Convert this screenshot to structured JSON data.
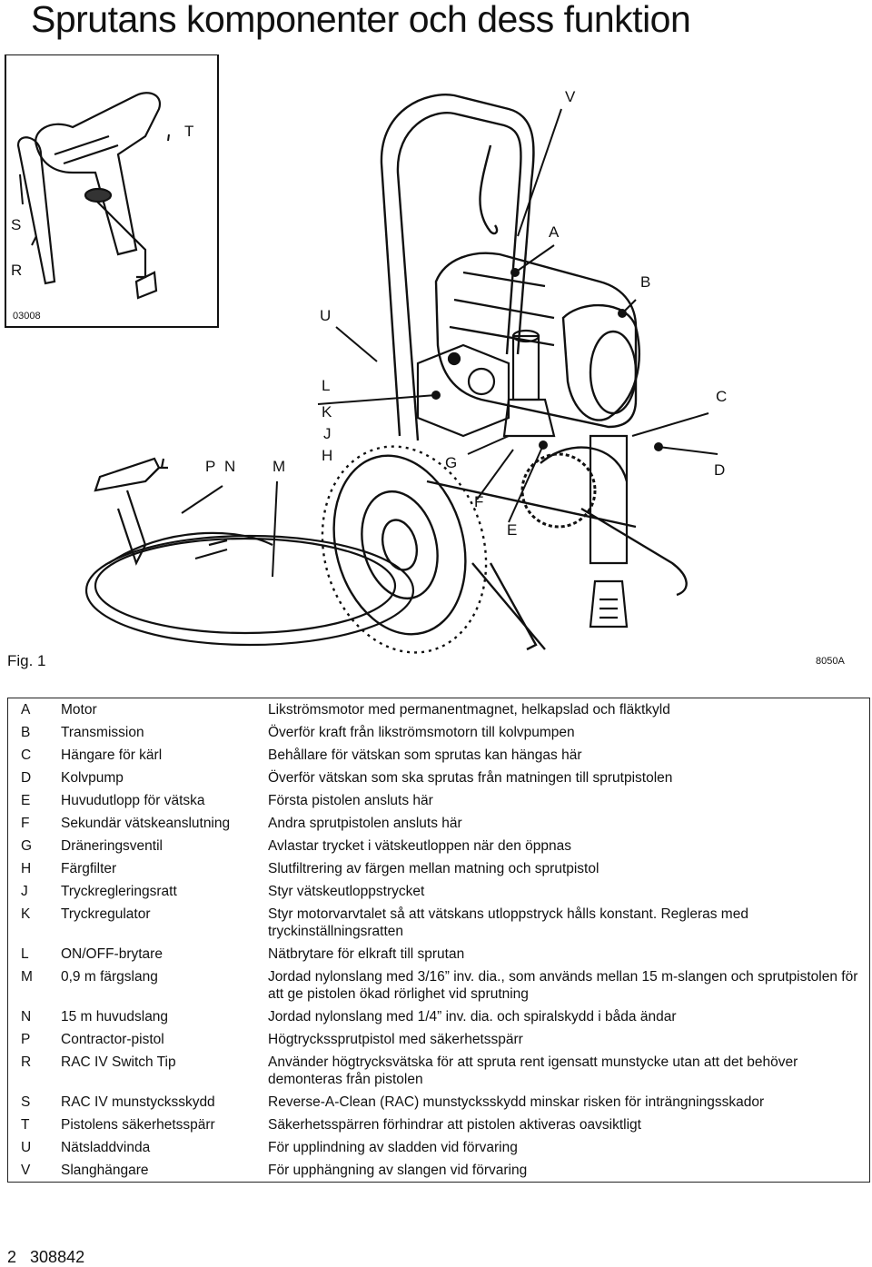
{
  "title": "Sprutans komponenter och dess funktion",
  "figure": {
    "caption": "Fig. 1",
    "inset_code": "03008",
    "main_code": "8050A",
    "labels": {
      "T": "T",
      "S": "S",
      "R": "R",
      "V": "V",
      "A": "A",
      "B": "B",
      "U": "U",
      "L": "L",
      "K": "K",
      "J": "J",
      "H": "H",
      "C": "C",
      "D": "D",
      "P": "P",
      "N": "N",
      "M": "M",
      "G": "G",
      "F": "F",
      "E": "E"
    }
  },
  "parts": [
    {
      "key": "A",
      "name": "Motor",
      "desc": "Likströmsmotor med permanentmagnet, helkapslad och fläktkyld"
    },
    {
      "key": "B",
      "name": "Transmission",
      "desc": "Överför kraft från likströmsmotorn till kolvpumpen"
    },
    {
      "key": "C",
      "name": "Hängare för kärl",
      "desc": "Behållare för vätskan som sprutas kan hängas här"
    },
    {
      "key": "D",
      "name": "Kolvpump",
      "desc": "Överför vätskan som ska sprutas från matningen till sprutpistolen"
    },
    {
      "key": "E",
      "name": "Huvudutlopp för vätska",
      "desc": "Första pistolen ansluts här"
    },
    {
      "key": "F",
      "name": "Sekundär vätskeanslutning",
      "desc": "Andra sprutpistolen ansluts här"
    },
    {
      "key": "G",
      "name": "Dräneringsventil",
      "desc": "Avlastar trycket i vätskeutloppen när den öppnas"
    },
    {
      "key": "H",
      "name": "Färgfilter",
      "desc": "Slutfiltrering av färgen mellan matning och sprutpistol"
    },
    {
      "key": "J",
      "name": "Tryckregleringsratt",
      "desc": "Styr vätskeutloppstrycket"
    },
    {
      "key": "K",
      "name": "Tryckregulator",
      "desc": "Styr motorvarvtalet så att vätskans utloppstryck hålls konstant. Regleras med tryckinställningsratten"
    },
    {
      "key": "L",
      "name": "ON/OFF-brytare",
      "desc": "Nätbrytare för elkraft till sprutan"
    },
    {
      "key": "M",
      "name": "0,9 m färgslang",
      "desc": "Jordad nylonslang med 3/16” inv. dia., som används mellan 15 m-slangen och sprutpistolen för att ge pistolen ökad rörlighet vid sprutning"
    },
    {
      "key": "N",
      "name": "15 m huvudslang",
      "desc": "Jordad nylonslang med 1/4” inv. dia. och spiralskydd i båda ändar"
    },
    {
      "key": "P",
      "name": "Contractor-pistol",
      "desc": "Högtryckssprutpistol med säkerhetsspärr"
    },
    {
      "key": "R",
      "name": "RAC IV Switch Tip",
      "desc": "Använder högtrycksvätska för att spruta rent igensatt munstycke utan att det behöver demonteras från pistolen"
    },
    {
      "key": "S",
      "name": "RAC IV munstycksskydd",
      "desc": "Reverse-A-Clean (RAC) munstycksskydd minskar risken för inträngningsskador"
    },
    {
      "key": "T",
      "name": "Pistolens säkerhetsspärr",
      "desc": "Säkerhetsspärren förhindrar att pistolen aktiveras oavsiktligt"
    },
    {
      "key": "U",
      "name": "Nätsladdvinda",
      "desc": "För upplindning av sladden vid förvaring"
    },
    {
      "key": "V",
      "name": "Slanghängare",
      "desc": "För upphängning av slangen vid förvaring"
    }
  ],
  "footer": {
    "page": "2",
    "doc_number": "308842"
  }
}
